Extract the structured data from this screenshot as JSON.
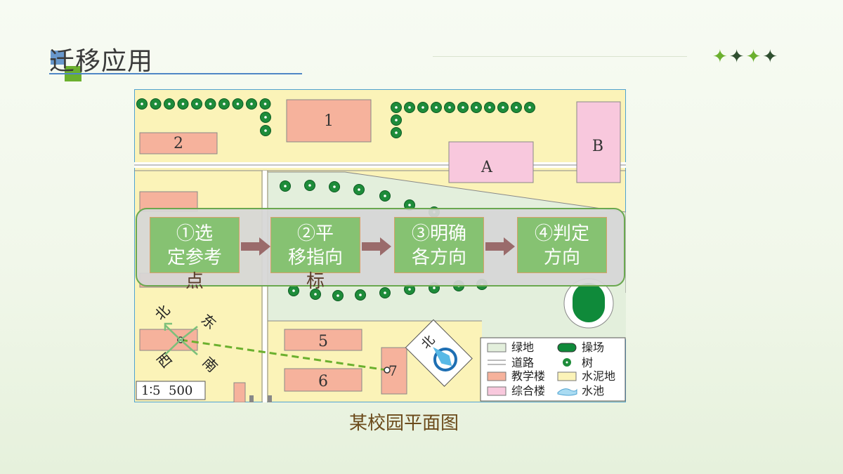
{
  "slide": {
    "title": "迁移应用",
    "caption": "某校园平面图",
    "stars": [
      "✦",
      "✦",
      "✦",
      "✦"
    ]
  },
  "map": {
    "buildings": [
      "1",
      "2",
      "A",
      "B",
      "5",
      "6",
      "7"
    ],
    "scale": "1∶5  500",
    "compass_local": {
      "north": "北",
      "east": "东",
      "south": "南",
      "west": "西"
    },
    "compass_rose_label": "北",
    "legend": [
      {
        "label": "绿地",
        "swatch": "green-area"
      },
      {
        "label": "操场",
        "swatch": "playground"
      },
      {
        "label": "道路",
        "swatch": "road"
      },
      {
        "label": "树",
        "swatch": "tree"
      },
      {
        "label": "教学楼",
        "swatch": "teaching-building"
      },
      {
        "label": "水泥地",
        "swatch": "cement"
      },
      {
        "label": "综合楼",
        "swatch": "complex-building"
      },
      {
        "label": "水池",
        "swatch": "pool"
      }
    ],
    "colors": {
      "cement": "#fbf3b8",
      "green": "#e3efdc",
      "teaching": "#f6b29c",
      "complex": "#f8c8dd",
      "tree": "#1e8c3a",
      "playground": "#0f8a3a",
      "path": "#6bb02e"
    }
  },
  "flow": {
    "steps": [
      {
        "line1": "①选",
        "line2": "定参考",
        "overflow": "点"
      },
      {
        "line1": "②平",
        "line2": "移指向",
        "overflow": "标"
      },
      {
        "line1": "③明确",
        "line2": "各方向",
        "overflow": ""
      },
      {
        "line1": "④判定",
        "line2": "方向",
        "overflow": ""
      }
    ]
  }
}
